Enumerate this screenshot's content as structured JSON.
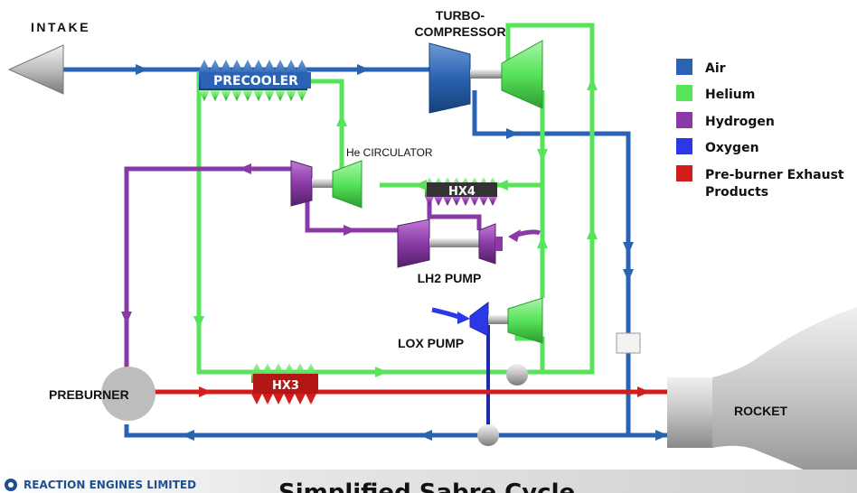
{
  "labels": {
    "intake": "INTAKE",
    "turbo_line1": "TURBO-",
    "turbo_line2": "COMPRESSOR",
    "precooler": "PRECOOLER",
    "he_circulator": "He CIRCULATOR",
    "hx4": "HX4",
    "lh2_pump": "LH2 PUMP",
    "lox_pump": "LOX PUMP",
    "preburner": "PREBURNER",
    "hx3": "HX3",
    "rocket": "ROCKET"
  },
  "legend": [
    {
      "label": "Air",
      "color": "#2a63b3"
    },
    {
      "label": "Helium",
      "color": "#57e35a"
    },
    {
      "label": "Hydrogen",
      "color": "#8a3aa6"
    },
    {
      "label": "Oxygen",
      "color": "#2a38e6"
    },
    {
      "label": "Pre-burner Exhaust",
      "label2": "Products",
      "color": "#d41c1c"
    }
  ],
  "footer": {
    "company": "REACTION ENGINES LIMITED",
    "title": "Simplified Sabre Cycle"
  },
  "colors": {
    "air": "#2a63b3",
    "helium": "#57e35a",
    "hydrogen": "#8a3aa6",
    "oxygen": "#2a38e6",
    "exhaust": "#d41c1c"
  }
}
